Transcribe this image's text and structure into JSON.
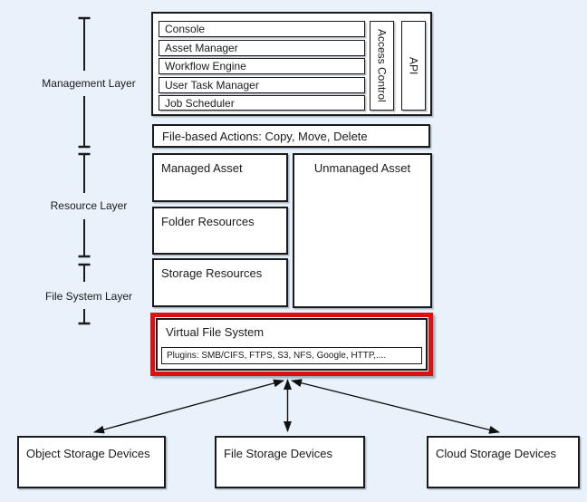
{
  "palette": {
    "background": "#e9f2fb",
    "line": "#1a1a1a",
    "highlight_red": "#dd0f0f",
    "box_fill": "#ffffff"
  },
  "layer_labels": {
    "management": "Management Layer",
    "resource": "Resource Layer",
    "file_system": "File System Layer"
  },
  "management_block": {
    "modules": [
      "Console",
      "Asset Manager",
      "Workflow Engine",
      "User Task Manager",
      "Job Scheduler"
    ],
    "access_control": "Access Control",
    "api": "API"
  },
  "actions_bar": {
    "label": "File-based Actions: Copy, Move, Delete"
  },
  "resource_block": {
    "managed_asset": "Managed Asset",
    "folder_resources": "Folder Resources",
    "storage_resources": "Storage Resources",
    "unmanaged_asset": "Unmanaged Asset"
  },
  "file_system_block": {
    "vfs_label": "Virtual File System",
    "plugins_label": "Plugins: SMB/CIFS, FTPS, S3, NFS, Google, HTTP,...."
  },
  "storage_devices": [
    "Object Storage Devices",
    "File Storage Devices",
    "Cloud Storage Devices"
  ]
}
